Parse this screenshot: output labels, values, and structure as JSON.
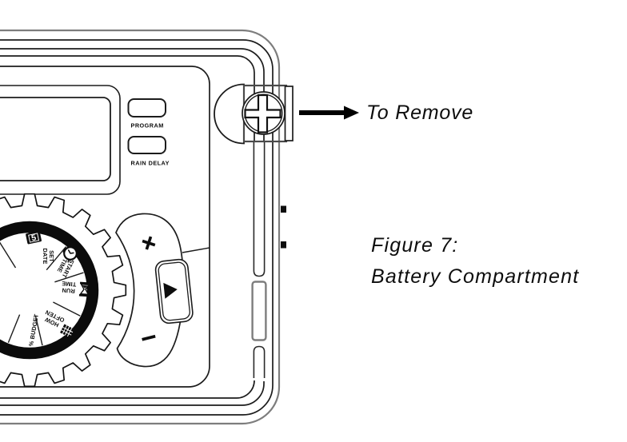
{
  "figure": {
    "arrow_label": "To Remove",
    "caption_line1": "Figure 7:",
    "caption_line2": "Battery Compartment"
  },
  "controller": {
    "buttons": {
      "program_label": "PROGRAM",
      "rain_delay_label": "RAIN DELAY"
    },
    "rocker": {
      "plus_label": "+",
      "minus_label": "−",
      "center_icon": "right-triangle-icon"
    },
    "dial": {
      "segments": [
        {
          "icon": "calendar-date-icon",
          "icon_text": "5",
          "label": "SET DATE"
        },
        {
          "icon": "alarm-clock-icon",
          "label": "START TIME"
        },
        {
          "icon": "hourglass-icon",
          "label": "RUN TIME"
        },
        {
          "icon": "calendar-grid-icon",
          "label": "HOW OFTEN"
        },
        {
          "icon": "percent-icon",
          "label": "% BUDGET"
        }
      ]
    },
    "screw": {
      "icon": "phillips-screw-icon"
    }
  },
  "colors": {
    "outline": "#1c1c1c",
    "outer_edge_gray": "#7d7d7d",
    "solid_black": "#0d0d0d",
    "background": "#ffffff"
  }
}
